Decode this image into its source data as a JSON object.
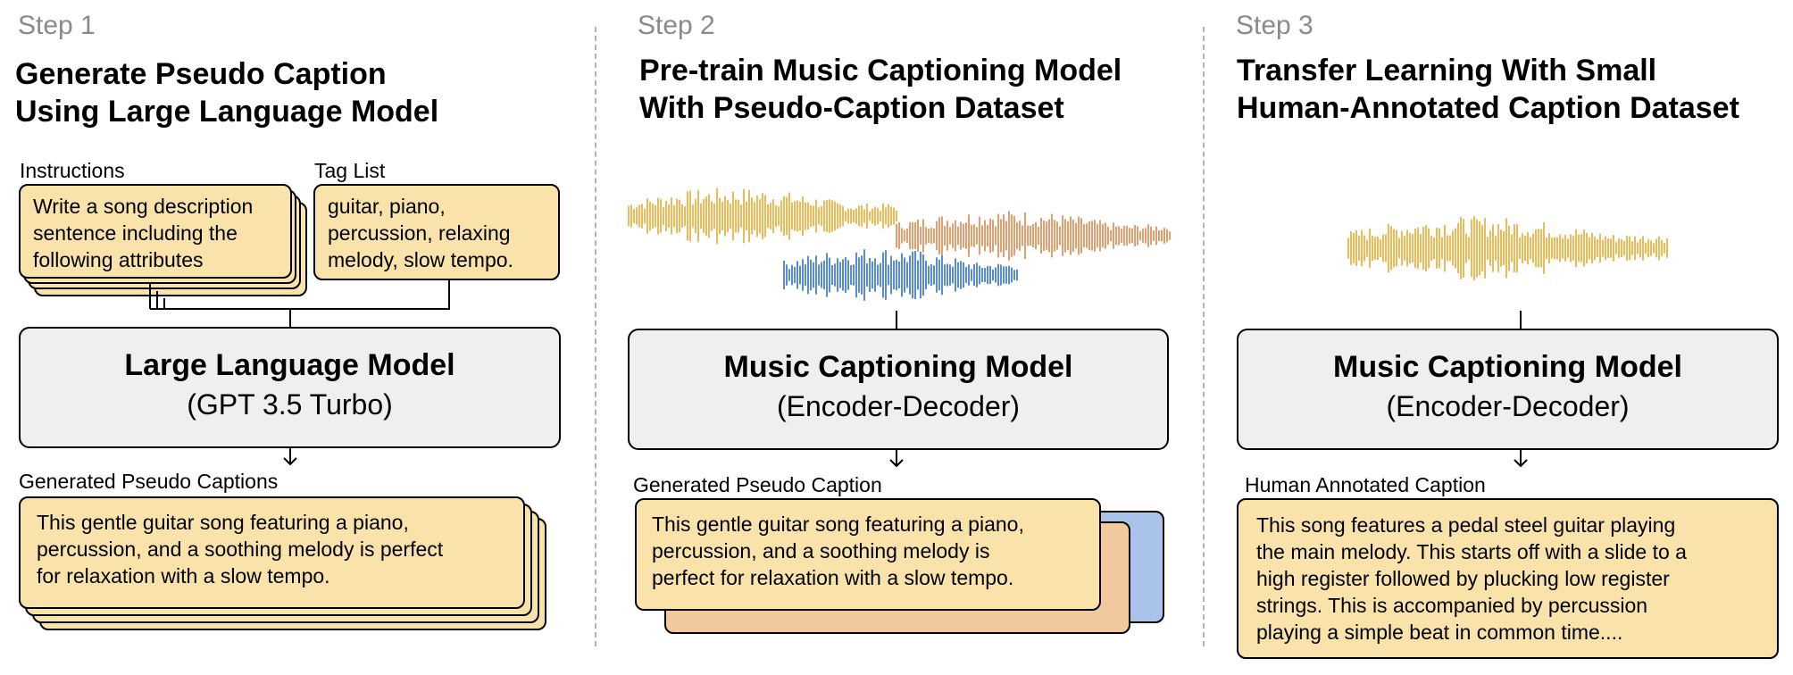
{
  "colors": {
    "card_fill": "#f9e3ab",
    "model_fill": "#efefef",
    "wave_orange": "#e8aa2e",
    "wave_brown": "#d9874a",
    "wave_blue": "#2f6fce",
    "stack_peach": "#f2c99e",
    "stack_blue": "#a9c3ea",
    "step_gray": "#8a8a8a"
  },
  "step1": {
    "step": "Step 1",
    "title_line1": "Generate Pseudo Caption",
    "title_line2": "Using Large Language Model",
    "instructions_label": "Instructions",
    "instructions_line1": "Write a song description",
    "instructions_line2": "sentence including the",
    "instructions_line3": "following attributes",
    "taglist_label": "Tag List",
    "taglist_line1": "guitar, piano,",
    "taglist_line2": "percussion, relaxing",
    "taglist_line3": "melody, slow tempo.",
    "model_name": "Large Language Model",
    "model_sub": "(GPT 3.5 Turbo)",
    "output_label": "Generated Pseudo Captions",
    "output_line1": "This gentle guitar song featuring a piano,",
    "output_line2": "percussion, and a soothing melody is perfect",
    "output_line3": "for relaxation with a slow tempo."
  },
  "step2": {
    "step": "Step 2",
    "title_line1": "Pre-train Music Captioning Model",
    "title_line2": "With Pseudo-Caption Dataset",
    "model_name": "Music Captioning Model",
    "model_sub": "(Encoder-Decoder)",
    "output_label": "Generated Pseudo Caption",
    "output_line1": "This gentle guitar song featuring a piano,",
    "output_line2": "percussion, and a soothing melody is",
    "output_line3": "perfect for relaxation with a slow tempo."
  },
  "step3": {
    "step": "Step 3",
    "title_line1": "Transfer Learning With Small",
    "title_line2": "Human-Annotated Caption Dataset",
    "model_name": "Music Captioning Model",
    "model_sub": "(Encoder-Decoder)",
    "output_label": "Human Annotated Caption",
    "output_line1": "This song features a pedal steel guitar playing",
    "output_line2": "the main melody. This starts off with a slide to a",
    "output_line3": "high register followed by plucking low register",
    "output_line4": "strings. This is accompanied by percussion",
    "output_line5": "playing a simple beat in common time...."
  }
}
